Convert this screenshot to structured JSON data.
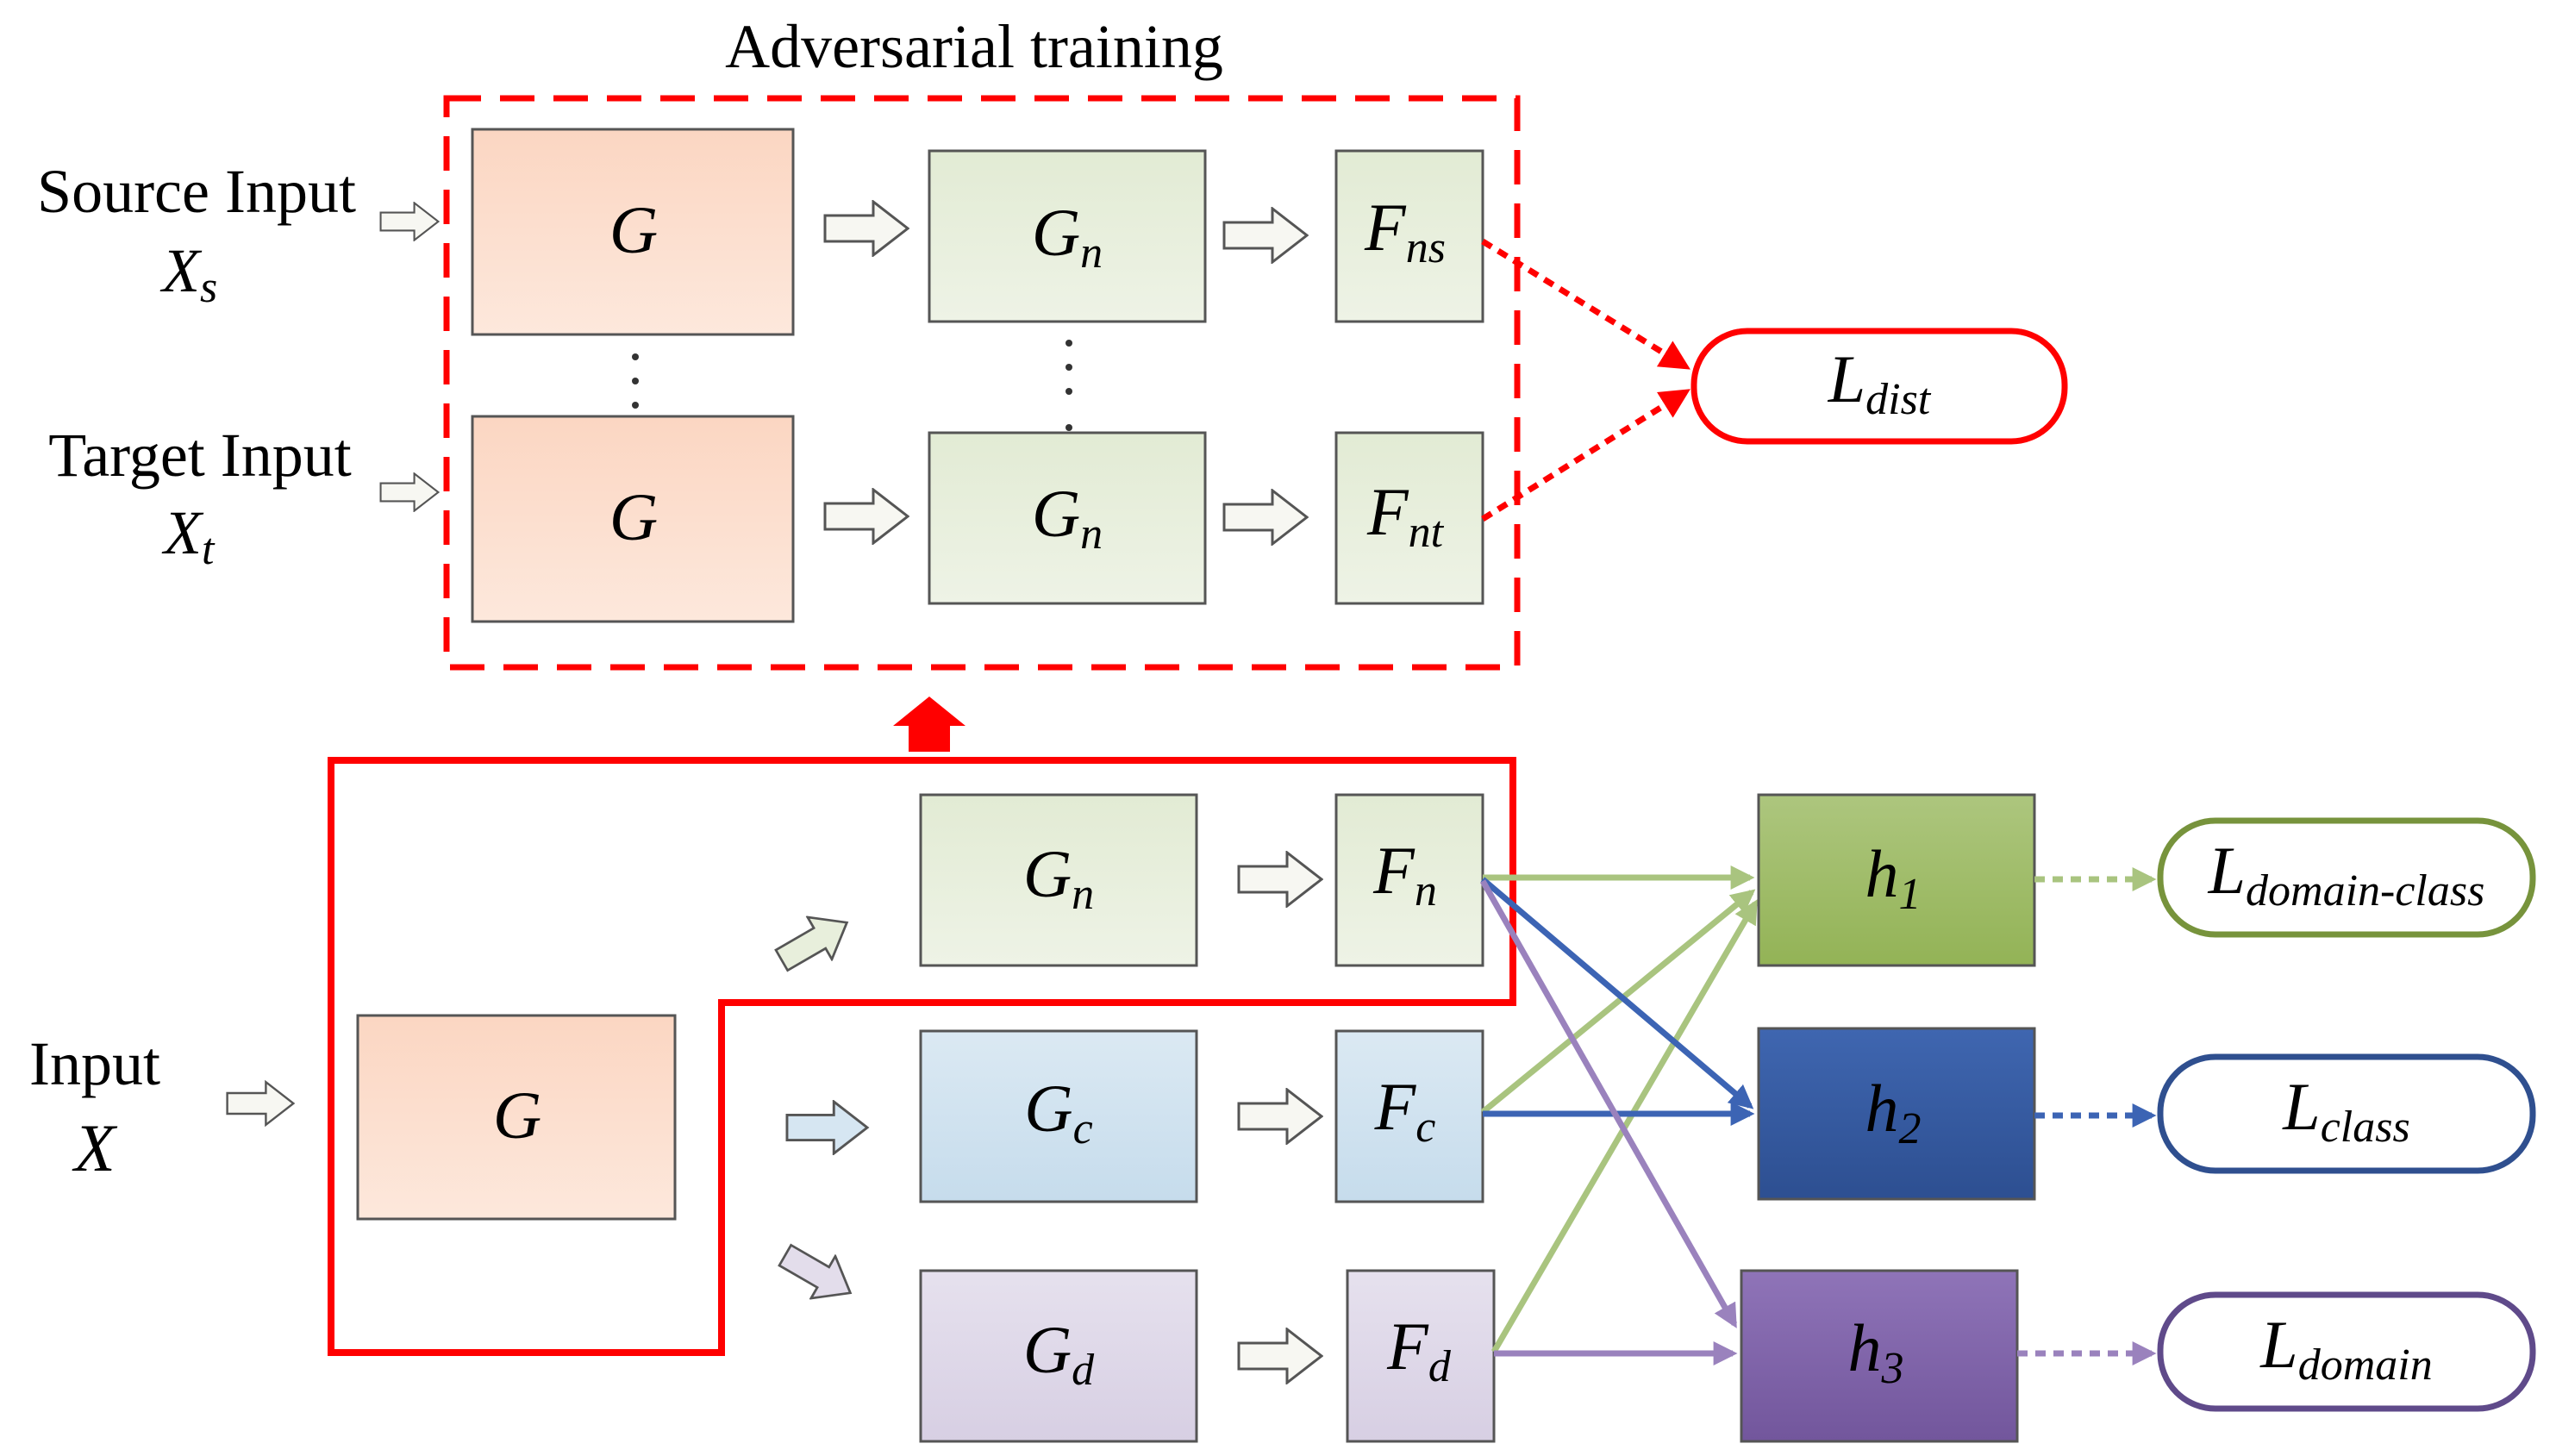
{
  "title": "Adversarial training",
  "inputs": {
    "source_label": "Source Input",
    "source_sym": "X",
    "source_sub": "s",
    "target_label": "Target Input",
    "target_sym": "X",
    "target_sub": "t",
    "input_label": "Input",
    "input_sym": "X"
  },
  "adversarial": {
    "g_top": "G",
    "g_bottom": "G",
    "gn_top": "G",
    "gn_top_sub": "n",
    "gn_bottom": "G",
    "gn_bottom_sub": "n",
    "fns": "F",
    "fns_sub": "ns",
    "fnt": "F",
    "fnt_sub": "nt"
  },
  "losses": {
    "dist": "L",
    "dist_sub": "dist",
    "domain_class": "L",
    "domain_class_sub": "domain-class",
    "class": "L",
    "class_sub": "class",
    "domain": "L",
    "domain_sub": "domain"
  },
  "main": {
    "g": "G",
    "gn": "G",
    "gn_sub": "n",
    "gc": "G",
    "gc_sub": "c",
    "gd": "G",
    "gd_sub": "d",
    "fn": "F",
    "fn_sub": "n",
    "fc": "F",
    "fc_sub": "c",
    "fd": "F",
    "fd_sub": "d"
  },
  "heads": {
    "h1": "h",
    "h1_sub": "1",
    "h2": "h",
    "h2_sub": "2",
    "h3": "h",
    "h3_sub": "3"
  },
  "colors": {
    "red": "#ff0000",
    "orange_box": "#fbd9c6",
    "green_box": "#e4ecd6",
    "blue_box": "#cfe1ee",
    "purple_box": "#ddd6e6",
    "h1": "#9bbb59",
    "h2": "#2f5596",
    "h3": "#7b5ea6",
    "green_line": "#a9c47f",
    "blue_line": "#3c64b4",
    "purple_line": "#9a82bd"
  }
}
